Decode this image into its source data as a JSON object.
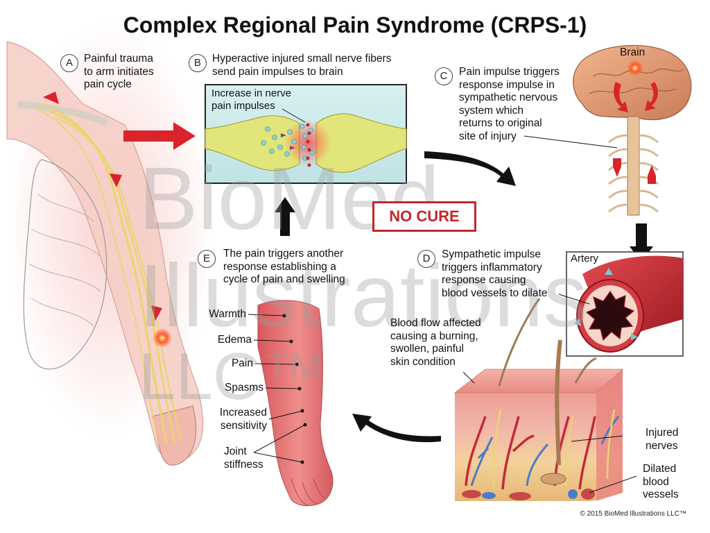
{
  "title": "Complex Regional Pain Syndrome (CRPS-1)",
  "steps": {
    "a": {
      "letter": "A",
      "lines": [
        "Painful trauma",
        "to arm initiates",
        "pain cycle"
      ]
    },
    "b": {
      "letter": "B",
      "lines": [
        "Hyperactive injured small nerve fibers",
        "send pain impulses to brain"
      ]
    },
    "c": {
      "letter": "C",
      "lines": [
        "Pain impulse triggers",
        "response impulse in",
        "sympathetic nervous",
        "system which",
        "returns to original",
        "site of injury"
      ]
    },
    "d": {
      "letter": "D",
      "lines": [
        "Sympathetic impulse",
        "triggers inflammatory",
        "response causing",
        "blood vessels to dilate"
      ]
    },
    "e": {
      "letter": "E",
      "lines": [
        "The pain triggers another",
        "response establishing a",
        "cycle of pain and swelling"
      ]
    }
  },
  "labels": {
    "nerve_inset": [
      "Increase in nerve",
      "pain impulses"
    ],
    "brain": "Brain",
    "artery": "Artery",
    "blood_flow": [
      "Blood flow affected",
      "causing a burning,",
      "swollen, painful",
      "skin condition"
    ],
    "injured_nerves": [
      "Injured",
      "nerves"
    ],
    "dilated_vessels": [
      "Dilated",
      "blood",
      "vessels"
    ]
  },
  "no_cure": "NO CURE",
  "symptoms": [
    "Warmth",
    "Edema",
    "Pain",
    "Spasms",
    "Increased",
    "sensitivity",
    "Joint",
    "stiffness"
  ],
  "watermark": [
    "BioMed",
    "Illustrations",
    "LLC™"
  ],
  "copyright": "© 2015 BioMed Illustrations LLC™",
  "colors": {
    "arrow_red": "#d8242a",
    "arrow_black": "#111111",
    "nerve_yellow": "#e8d66a",
    "skin_red": "#e06a6a"
  }
}
